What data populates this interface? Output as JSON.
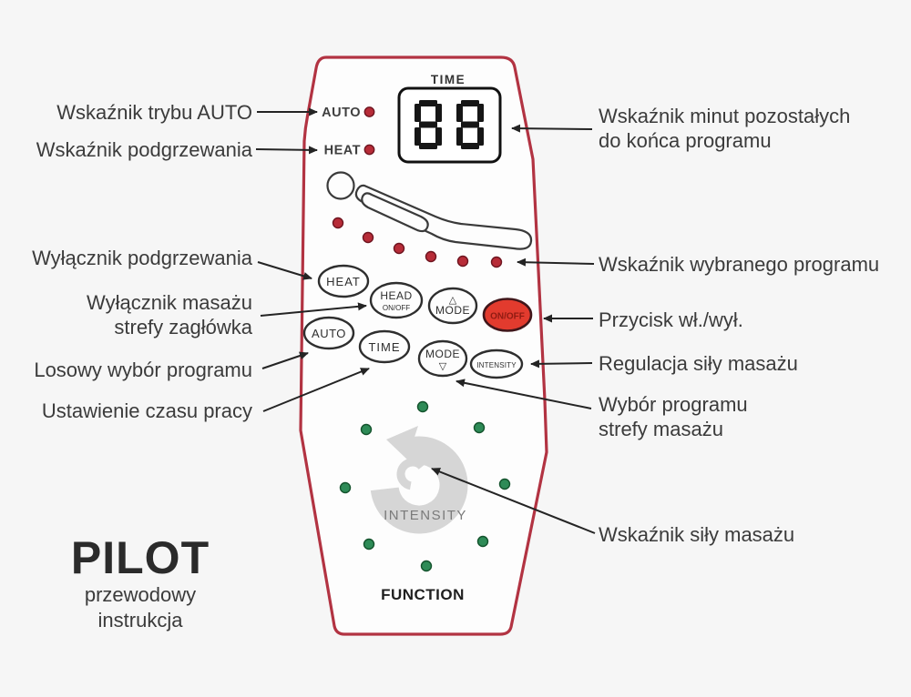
{
  "branding": {
    "title": "PILOT",
    "line1": "przewodowy",
    "line2": "instrukcja"
  },
  "remote": {
    "display": {
      "label": "TIME",
      "value": "88"
    },
    "indicators": [
      {
        "label": "AUTO"
      },
      {
        "label": "HEAT"
      }
    ],
    "buttons": [
      {
        "label": "HEAT"
      },
      {
        "label": "HEAD",
        "sublabel": "ON/OFF"
      },
      {
        "label": "MODE",
        "symbol": "△"
      },
      {
        "label": "ON/OFF"
      },
      {
        "label": "AUTO"
      },
      {
        "label": "TIME"
      },
      {
        "label": "MODE",
        "symbol": "▽"
      },
      {
        "label": "INTENSITY"
      }
    ],
    "wheel_label": "INTENSITY",
    "function_label": "FUNCTION",
    "program_dot_count": 6,
    "intensity_dot_count": 8
  },
  "callouts": {
    "left": [
      {
        "text": "Wskaźnik trybu AUTO"
      },
      {
        "text": "Wskaźnik podgrzewania"
      },
      {
        "text": "Wyłącznik podgrzewania"
      },
      {
        "line1": "Wyłącznik masażu",
        "line2": "strefy zagłówka"
      },
      {
        "text": "Losowy wybór programu"
      },
      {
        "text": "Ustawienie czasu pracy"
      }
    ],
    "right": [
      {
        "line1": "Wskaźnik minut pozostałych",
        "line2": "do końca programu"
      },
      {
        "text": "Wskaźnik wybranego programu"
      },
      {
        "text": "Przycisk wł./wył."
      },
      {
        "text": "Regulacja siły masażu"
      },
      {
        "line1": "Wybór programu",
        "line2": "strefy masażu"
      },
      {
        "text": "Wskaźnik siły masażu"
      }
    ]
  },
  "colors": {
    "remote_outline": "#b23342",
    "onoff_button_fill": "#e23b2e",
    "onoff_button_text": "#8f1b12",
    "red_dot": "#b72c38",
    "green_dot": "#2e8b57",
    "wheel_gray": "#d6d6d6",
    "label_text": "#3b3b3b"
  }
}
